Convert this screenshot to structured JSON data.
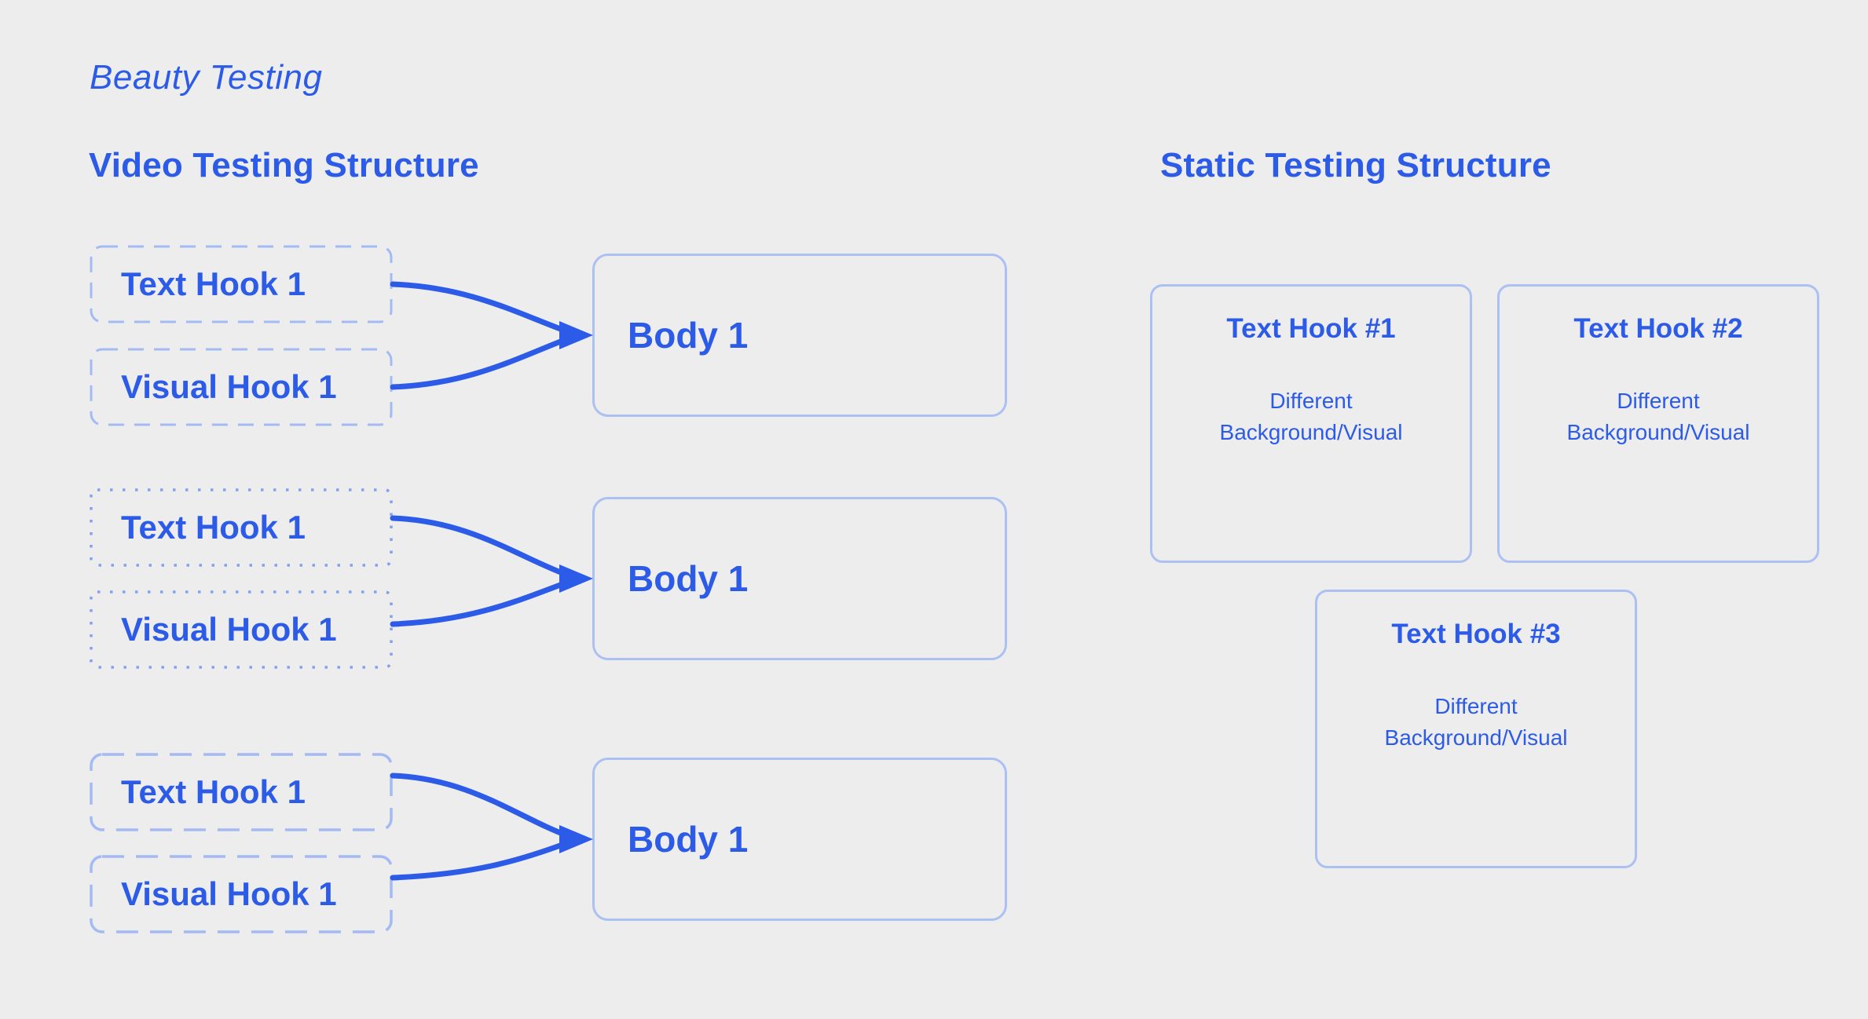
{
  "theme": {
    "background": "#EDEDEE",
    "accent": "#2C5BE7",
    "solid_border": "#ACC0F2",
    "dash_border": "#A3BAF2",
    "dot_border": "#86A0EB"
  },
  "title": "Beauty Testing",
  "video_section": {
    "heading": "Video Testing Structure",
    "groups": [
      {
        "variant": "dashed",
        "text_hook": "Text Hook 1",
        "visual_hook": "Visual Hook 1",
        "body": "Body 1"
      },
      {
        "variant": "dotted",
        "text_hook": "Text Hook 1",
        "visual_hook": "Visual Hook 1",
        "body": "Body 1"
      },
      {
        "variant": "long-dashed",
        "text_hook": "Text Hook 1",
        "visual_hook": "Visual Hook 1",
        "body": "Body 1"
      }
    ]
  },
  "static_section": {
    "heading": "Static Testing Structure",
    "cards": [
      {
        "title": "Text Hook #1",
        "body": "Different Background/Visual"
      },
      {
        "title": "Text Hook #2",
        "body": "Different Background/Visual"
      },
      {
        "title": "Text Hook #3",
        "body": "Different Background/Visual"
      }
    ]
  }
}
